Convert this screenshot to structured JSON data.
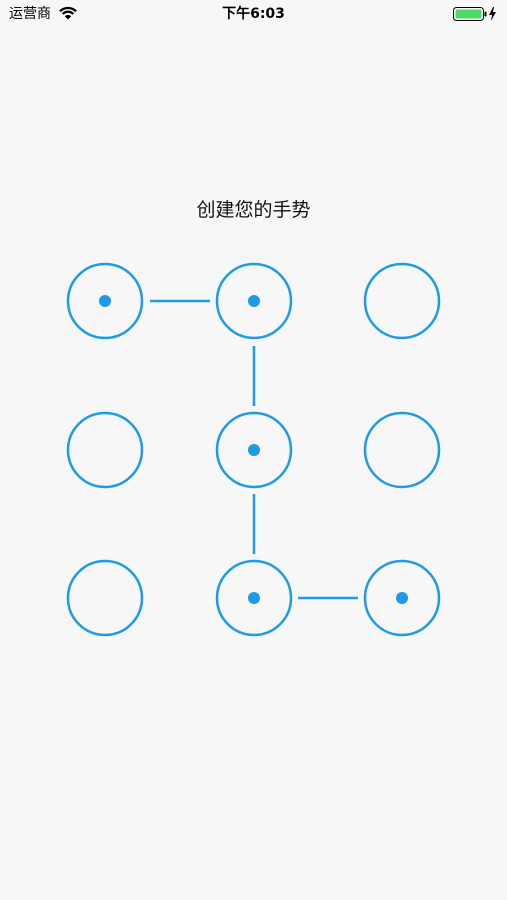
{
  "status_bar": {
    "carrier": "运营商",
    "time": "下午6:03",
    "wifi_icon": "wifi-icon",
    "battery_icon": "battery-charging-icon",
    "battery_level": 1.0
  },
  "prompt": "创建您的手势",
  "pattern": {
    "accent_color": "#1e9be8",
    "selected_nodes": [
      1,
      2,
      5,
      8,
      9
    ],
    "path": [
      1,
      2,
      5,
      8,
      9
    ]
  }
}
